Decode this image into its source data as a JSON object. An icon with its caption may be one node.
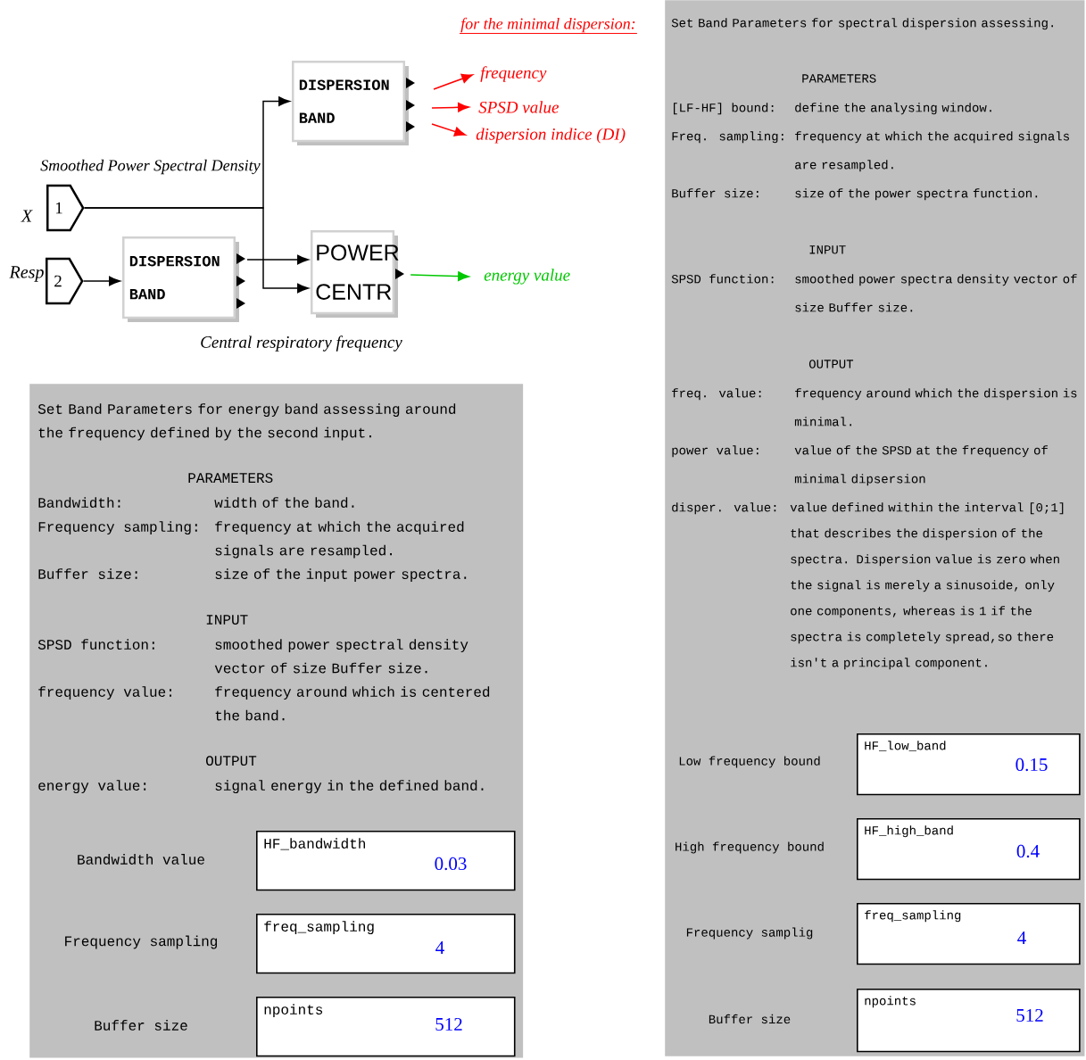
{
  "diagram": {
    "nodes": [
      {
        "text": [
          "DISPERSION BAND"
        ]
      },
      {
        "text": [
          "frequency"
        ]
      },
      {
        "text": [
          "SPSD value"
        ]
      },
      {
        "text": [
          "dispersion indice (DI)"
        ]
      },
      {
        "text": [
          "1"
        ],
        "beside": [
          "X"
        ]
      },
      {
        "text": [
          "2"
        ],
        "beside": [
          "Resp"
        ]
      },
      {
        "text": [
          "DISPERSION BAND"
        ]
      },
      {
        "text": [
          "POWER CENTR"
        ]
      },
      {
        "text": [
          "energy value"
        ]
      },
      {
        "text": [
          "Set Band Parameters for energy band assessing around the frequency defined by the second input.",
          "PARAMETERS",
          "Bandwidth:",
          "width of the band.",
          "Frequency sampling:",
          "frequency at which the acquired signals are resampled.",
          "Buffer size:",
          "size of the input power spectra.",
          "INPUT",
          "SPSD function:",
          "smoothed power spectral density vector of size Buffer size.",
          "frequency value:",
          "frequency around which is centered the band.",
          "OUTPUT",
          "energy value:",
          "signal energy in the defined band."
        ]
      },
      {
        "text": [
          "HF_bandwidth",
          "0.03"
        ],
        "beside": [
          "Bandwidth value"
        ],
        "in": 9
      },
      {
        "text": [
          "freq_sampling",
          "4"
        ],
        "beside": [
          "Frequency sampling"
        ],
        "in": 9
      },
      {
        "text": [
          "npoints",
          "512"
        ],
        "in": 9
      },
      {
        "text": [
          "Set Band Parameters for spectral dispersion assessing.",
          "PARAMETERS",
          "[LF-HF] bound:",
          "define the analysing window.",
          "Freq. sampling:",
          "frequency at which the acquired signals are resampled.",
          "Buffer size:",
          "size of the power spectra function.",
          "INPUT",
          "SPSD function:",
          "smoothed power spectra density vector of size Buffer size.",
          "OUTPUT",
          "freq. value:",
          "frequency around which the dispersion is minimal.",
          "power value:",
          "value of the SPSD at the frequency of minimal dipsersion",
          "disper. value:",
          "value defined within the interval [0;1] that describes the dispersion of the spectra. Dispersion value is zero when the signal is merely a sinusoide, only one components, whereas is 1 if the spectra is completely spread,so there isn't a principal component."
        ]
      },
      {
        "text": [
          "HF_low_band",
          "0.15"
        ],
        "beside": [
          "Low frequency bound"
        ],
        "in": 13
      },
      {
        "text": [
          "HF_high_band",
          "0.4"
        ],
        "beside": [
          "High frequency bound"
        ],
        "in": 13
      },
      {
        "text": [
          "freq_sampling",
          "4"
        ],
        "beside": [
          "Frequency samplig"
        ],
        "in": 13
      },
      {
        "text": [
          "npoints",
          "512"
        ],
        "in": 13
      }
    ],
    "edges": [
      {
        "from": 4,
        "to": 0,
        "arrow": "to"
      },
      {
        "from": 4,
        "to": 7,
        "arrow": "to"
      },
      {
        "from": 5,
        "to": 6,
        "arrow": "to"
      },
      {
        "from": 6,
        "to": 7,
        "arrow": "to"
      },
      {
        "from": null,
        "to": 1,
        "arrow": "to",
        "color": "#ff0000"
      },
      {
        "from": null,
        "to": 2,
        "arrow": "to",
        "color": "#ff0000"
      },
      {
        "from": null,
        "to": 3,
        "arrow": "to",
        "color": "#ff0000"
      },
      {
        "from": 7,
        "to": 8,
        "arrow": "to",
        "color": "#00c800"
      }
    ],
    "labels": [
      "for the minimal dispersion:",
      "Smoothed Power Spectral Density",
      "Central respiratory frequency",
      "Buffer size",
      "Buffer size"
    ]
  }
}
